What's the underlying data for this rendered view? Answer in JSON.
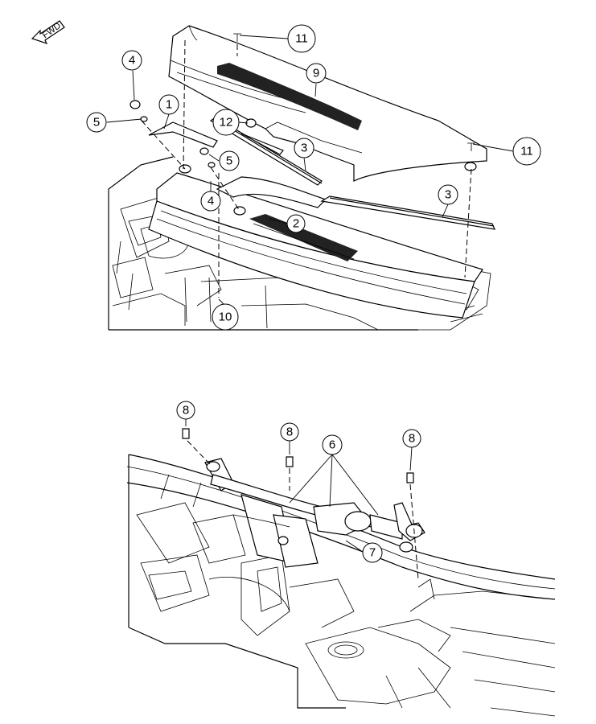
{
  "diagram": {
    "fwd_label": "FWD",
    "callouts": [
      {
        "id": "c11a",
        "label": "11"
      },
      {
        "id": "c9",
        "label": "9"
      },
      {
        "id": "c4a",
        "label": "4"
      },
      {
        "id": "c1",
        "label": "1"
      },
      {
        "id": "c5a",
        "label": "5"
      },
      {
        "id": "c12",
        "label": "12"
      },
      {
        "id": "c3a",
        "label": "3"
      },
      {
        "id": "c5b",
        "label": "5"
      },
      {
        "id": "c11b",
        "label": "11"
      },
      {
        "id": "c4b",
        "label": "4"
      },
      {
        "id": "c3b",
        "label": "3"
      },
      {
        "id": "c2",
        "label": "2"
      },
      {
        "id": "c10",
        "label": "10"
      },
      {
        "id": "c8a",
        "label": "8"
      },
      {
        "id": "c8b",
        "label": "8"
      },
      {
        "id": "c6",
        "label": "6"
      },
      {
        "id": "c8c",
        "label": "8"
      },
      {
        "id": "c7",
        "label": "7"
      }
    ]
  },
  "colors": {
    "line": "#000000",
    "background": "#ffffff"
  }
}
